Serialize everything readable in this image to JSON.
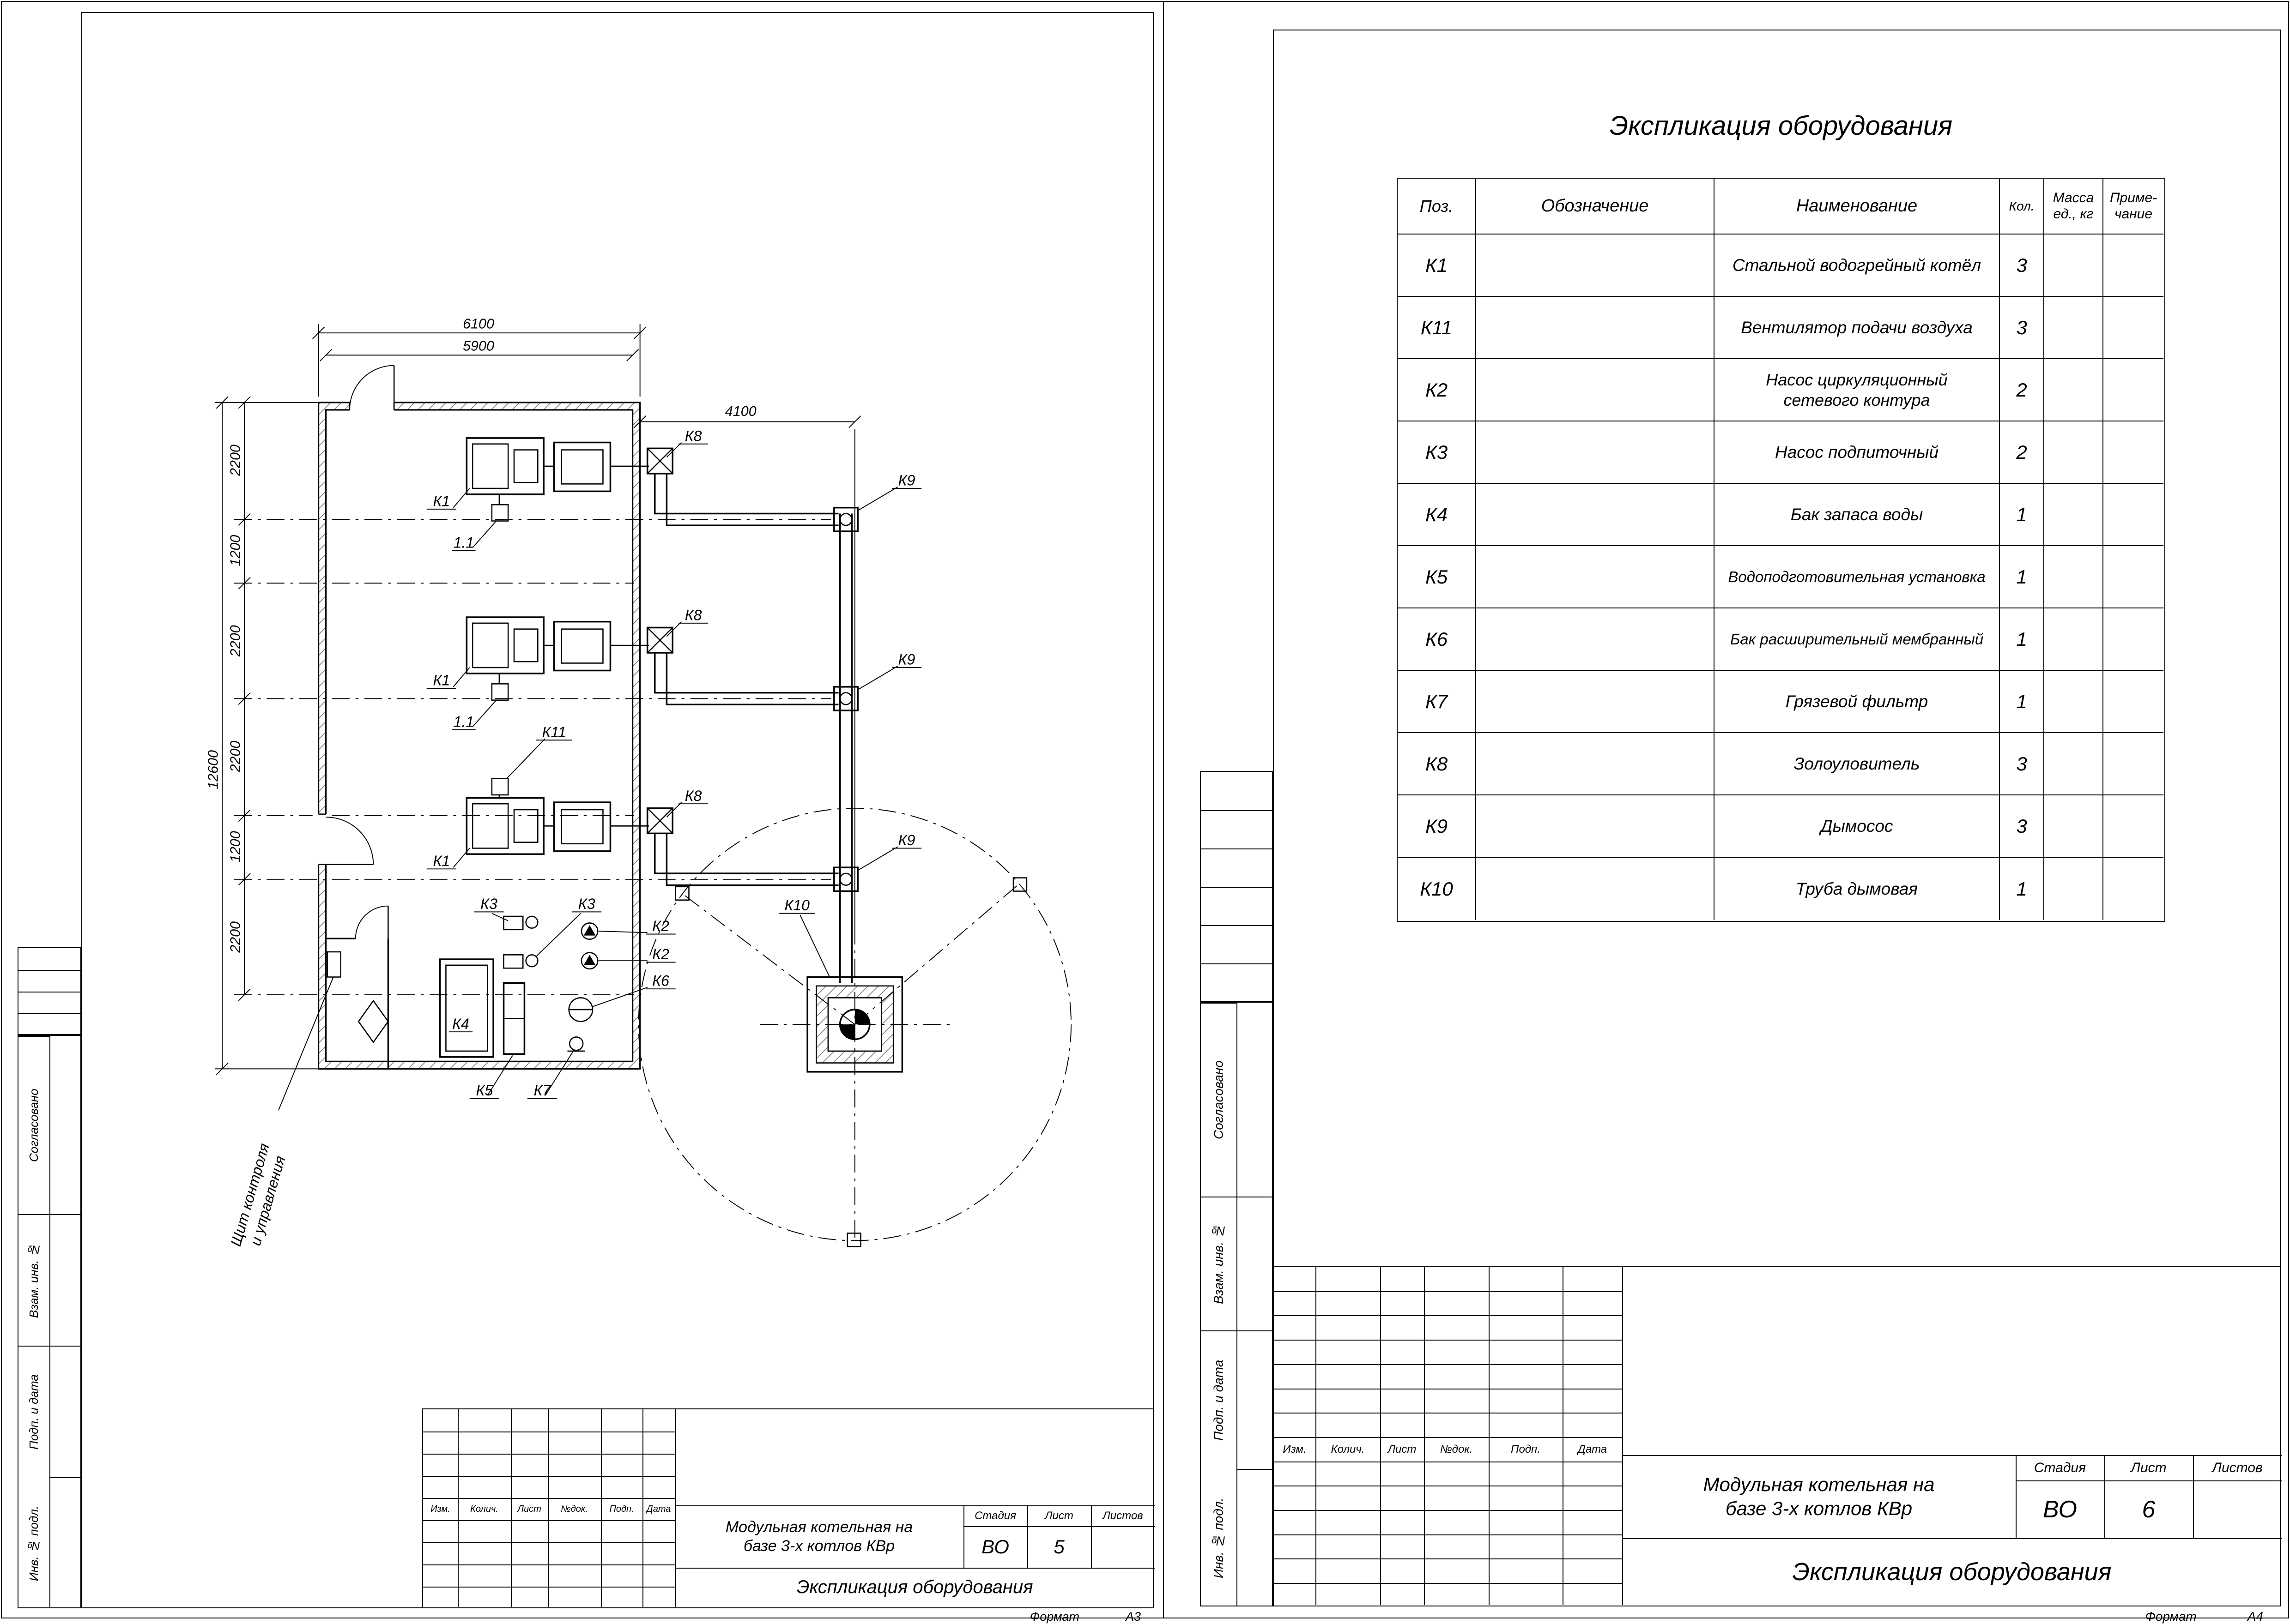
{
  "left_sheet": {
    "side_labels": [
      "Согласовано",
      "Взам. инв. №",
      "Подп. и дата",
      "Инв. № подл."
    ],
    "plan": {
      "dims": {
        "top_outer": "6100",
        "top_inner": "5900",
        "right_top": "4100",
        "left_total": "12600",
        "seg1": "2200",
        "seg2": "1200",
        "seg3": "2200",
        "seg4": "2200",
        "seg5": "1200",
        "seg6": "2200"
      },
      "labels": {
        "k1": "К1",
        "k11": "К11",
        "k2": "К2",
        "k3": "К3",
        "k4": "К4",
        "k5": "К5",
        "k6": "К6",
        "k7": "К7",
        "k8": "К8",
        "k9": "К9",
        "k10": "К10",
        "section": "1.1",
        "panel1": "Щит контроля",
        "panel2": "и управления"
      }
    },
    "stamp": {
      "rev_cols": [
        "Изм.",
        "Колич.",
        "Лист",
        "№док.",
        "Подп.",
        "Дата"
      ],
      "title": "Модульная котельная на\nбазе 3-х котлов КВр",
      "stage_label": "Стадия",
      "sheet_label": "Лист",
      "sheets_label": "Листов",
      "stage": "ВО",
      "sheet_no": "5",
      "doc_title": "Экспликация оборудования",
      "format_label": "Формат",
      "format": "А3"
    }
  },
  "right_sheet": {
    "side_labels": [
      "Согласовано",
      "Взам. инв. №",
      "Подп. и дата",
      "Инв. № подл."
    ],
    "table": {
      "title": "Экспликация оборудования",
      "headers": {
        "pos": "Поз.",
        "designation": "Обозначение",
        "name": "Наименование",
        "qty": "Кол.",
        "mass": "Масса\nед., кг",
        "note": "Приме-\nчание"
      },
      "rows": [
        {
          "pos": "К1",
          "name": "Стальной водогрейный котёл",
          "qty": "3"
        },
        {
          "pos": "К11",
          "name": "Вентилятор подачи воздуха",
          "qty": "3"
        },
        {
          "pos": "К2",
          "name": "Насос циркуляционный\nсетевого контура",
          "qty": "2"
        },
        {
          "pos": "К3",
          "name": "Насос подпиточный",
          "qty": "2"
        },
        {
          "pos": "К4",
          "name": "Бак запаса воды",
          "qty": "1"
        },
        {
          "pos": "К5",
          "name": "Водоподготовительная установка",
          "qty": "1"
        },
        {
          "pos": "К6",
          "name": "Бак расширительный мембранный",
          "qty": "1"
        },
        {
          "pos": "К7",
          "name": "Грязевой фильтр",
          "qty": "1"
        },
        {
          "pos": "К8",
          "name": "Золоуловитель",
          "qty": "3"
        },
        {
          "pos": "К9",
          "name": "Дымосос",
          "qty": "3"
        },
        {
          "pos": "К10",
          "name": "Труба дымовая",
          "qty": "1"
        }
      ]
    },
    "stamp": {
      "rev_cols": [
        "Изм.",
        "Колич.",
        "Лист",
        "№док.",
        "Подп.",
        "Дата"
      ],
      "title": "Модульная котельная на\nбазе 3-х котлов КВр",
      "stage_label": "Стадия",
      "sheet_label": "Лист",
      "sheets_label": "Листов",
      "stage": "ВО",
      "sheet_no": "6",
      "doc_title": "Экспликация оборудования",
      "format_label": "Формат",
      "format": "А4"
    }
  }
}
